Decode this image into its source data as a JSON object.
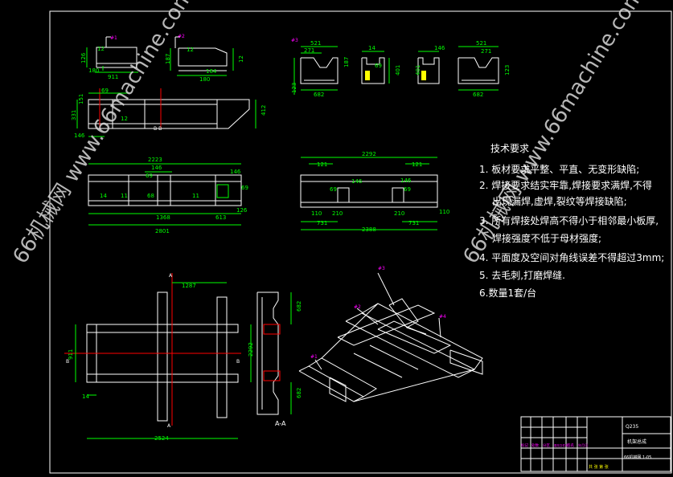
{
  "parts": {
    "p1": "#1",
    "p2": "#2",
    "p3": "#3",
    "p4": "#4"
  },
  "dims": {
    "d12": "12",
    "d126": "126",
    "d180": "180",
    "d911": "911",
    "d187": "187",
    "d164": "164",
    "d521": "521",
    "d271": "271",
    "d123": "123",
    "d682": "682",
    "d69": "69",
    "d14": "14",
    "d146": "146",
    "d401": "401",
    "d151": "151",
    "d331": "331",
    "d412": "412",
    "d2223": "2223",
    "d68": "68",
    "d11": "11",
    "d1368": "1368",
    "d613": "613",
    "d2801": "2801",
    "d2292": "2292",
    "d121": "121",
    "d110": "110",
    "d210": "210",
    "d731": "731",
    "d2388": "2388",
    "d1287": "1287",
    "d2524": "2524"
  },
  "section_labels": {
    "a_a": "A-A",
    "b_b": "B-B",
    "a": "A",
    "b": "B"
  },
  "notes": {
    "title": "技术要求",
    "items": [
      "1. 板材要求平整、平直、无变形缺陷;",
      "2. 焊接要求结实牢靠,焊接要求满焊,不得",
      "出现漏焊,虚焊,裂纹等焊接缺陷;",
      "3. 所有焊接处焊高不得小于相邻最小板厚,",
      "焊接强度不低于母材强度;",
      "4. 平面度及空间对角线误差不得超过3mm;",
      "5. 去毛刺,打磨焊缝.",
      "6.数量1套/台"
    ]
  },
  "title_block": {
    "name": "机架总成",
    "drawing_no": "66机械网 1-05",
    "material": "Q235",
    "row_labels": [
      "标记",
      "处数",
      "分区",
      "更改文件号",
      "签名",
      "年月日"
    ],
    "bottom": "共 张 第 张"
  },
  "watermarks": {
    "left": "66机械网 www.66machine.com",
    "right": "66机械网 www.66machine.com"
  },
  "colors": {
    "background": "#000000",
    "geometry": "#ffffff",
    "dimension": "#00ff00",
    "section": "#ff0000",
    "hatch": "#ffff00",
    "label": "#ff00ff",
    "watermark": "#d8d8d8"
  }
}
